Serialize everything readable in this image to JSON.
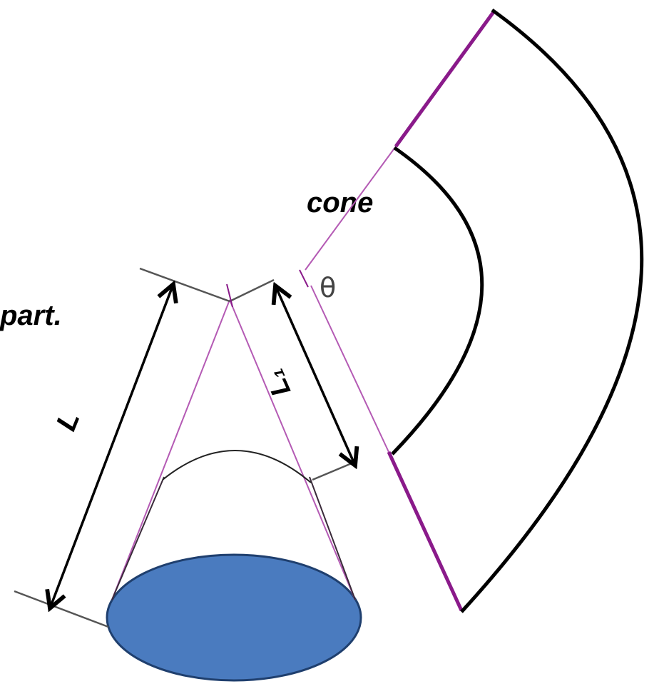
{
  "caption_lines": [
    "cone",
    "part."
  ],
  "labels": {
    "slant_length": "L",
    "inner_slant_length": "L₁",
    "sector_angle": "θ"
  },
  "colors": {
    "outline": "#000000",
    "fold_line": "#8a1a8a",
    "fold_line_light": "#b45ab4",
    "base_fill": "#4a7bbf",
    "base_stroke": "#1f3f6e",
    "tick": "#555555"
  }
}
